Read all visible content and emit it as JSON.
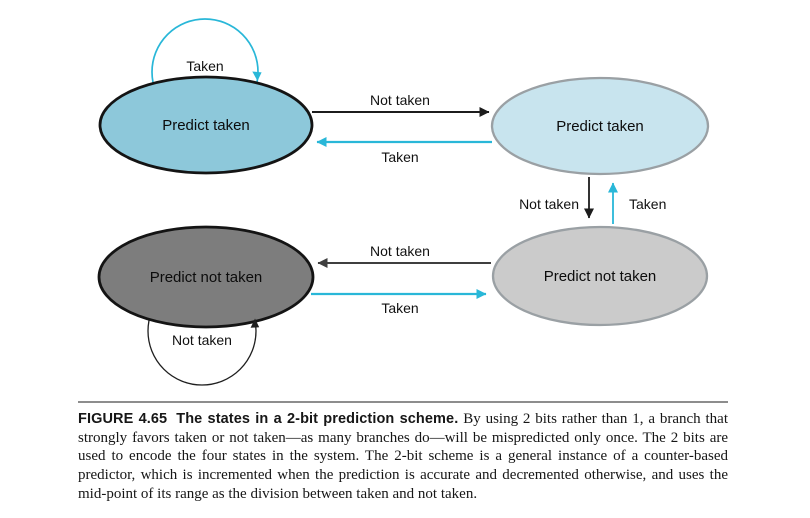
{
  "figure": {
    "states": [
      {
        "label": "Predict taken"
      },
      {
        "label": "Predict taken"
      },
      {
        "label": "Predict not taken"
      },
      {
        "label": "Predict not taken"
      }
    ],
    "transitions": {
      "taken": "Taken",
      "not_taken": "Not taken"
    },
    "colors": {
      "strong_taken_fill": "#8dc8da",
      "weak_taken_fill": "#c8e4ee",
      "strong_not_taken_fill": "#7d7d7d",
      "weak_not_taken_fill": "#cbcbcb",
      "strong_stroke": "#141414",
      "weak_stroke": "#9aa0a4",
      "taken_arrow": "#29b7d8",
      "not_taken_arrow": "#1c1c1c"
    }
  },
  "caption": {
    "label": "FIGURE 4.65",
    "title": "The states in a 2-bit prediction scheme.",
    "body": "By using 2 bits rather than 1, a branch that strongly favors taken or not taken—as many branches do—will be mispredicted only once. The 2 bits are used to encode the four states in the system. The 2-bit scheme is a general instance of a counter-based predictor, which is incremented when the prediction is accurate and decremented otherwise, and uses the mid-point of its range as the division between taken and not taken."
  }
}
